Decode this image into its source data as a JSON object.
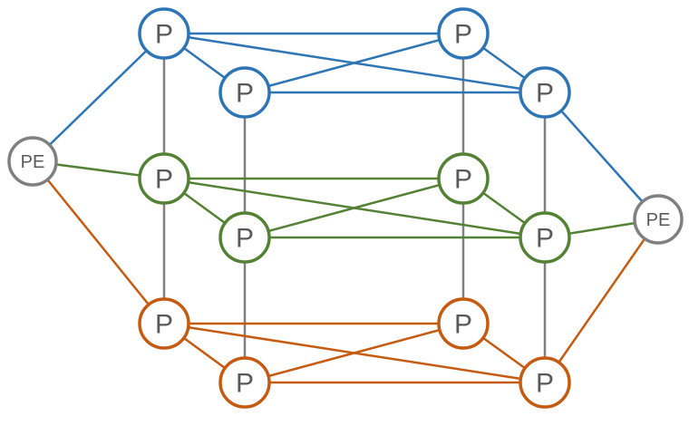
{
  "colors": {
    "blue": "#2E75B6",
    "green": "#548235",
    "orange": "#C55A11",
    "gray": "#808080"
  },
  "labels": {
    "p": "P",
    "pe": "PE"
  },
  "planes": [
    "blue",
    "green",
    "orange"
  ],
  "pe_nodes": [
    "pe-left",
    "pe-right"
  ],
  "p_nodes_per_plane": [
    "back-left",
    "back-right",
    "front-left",
    "front-right"
  ]
}
